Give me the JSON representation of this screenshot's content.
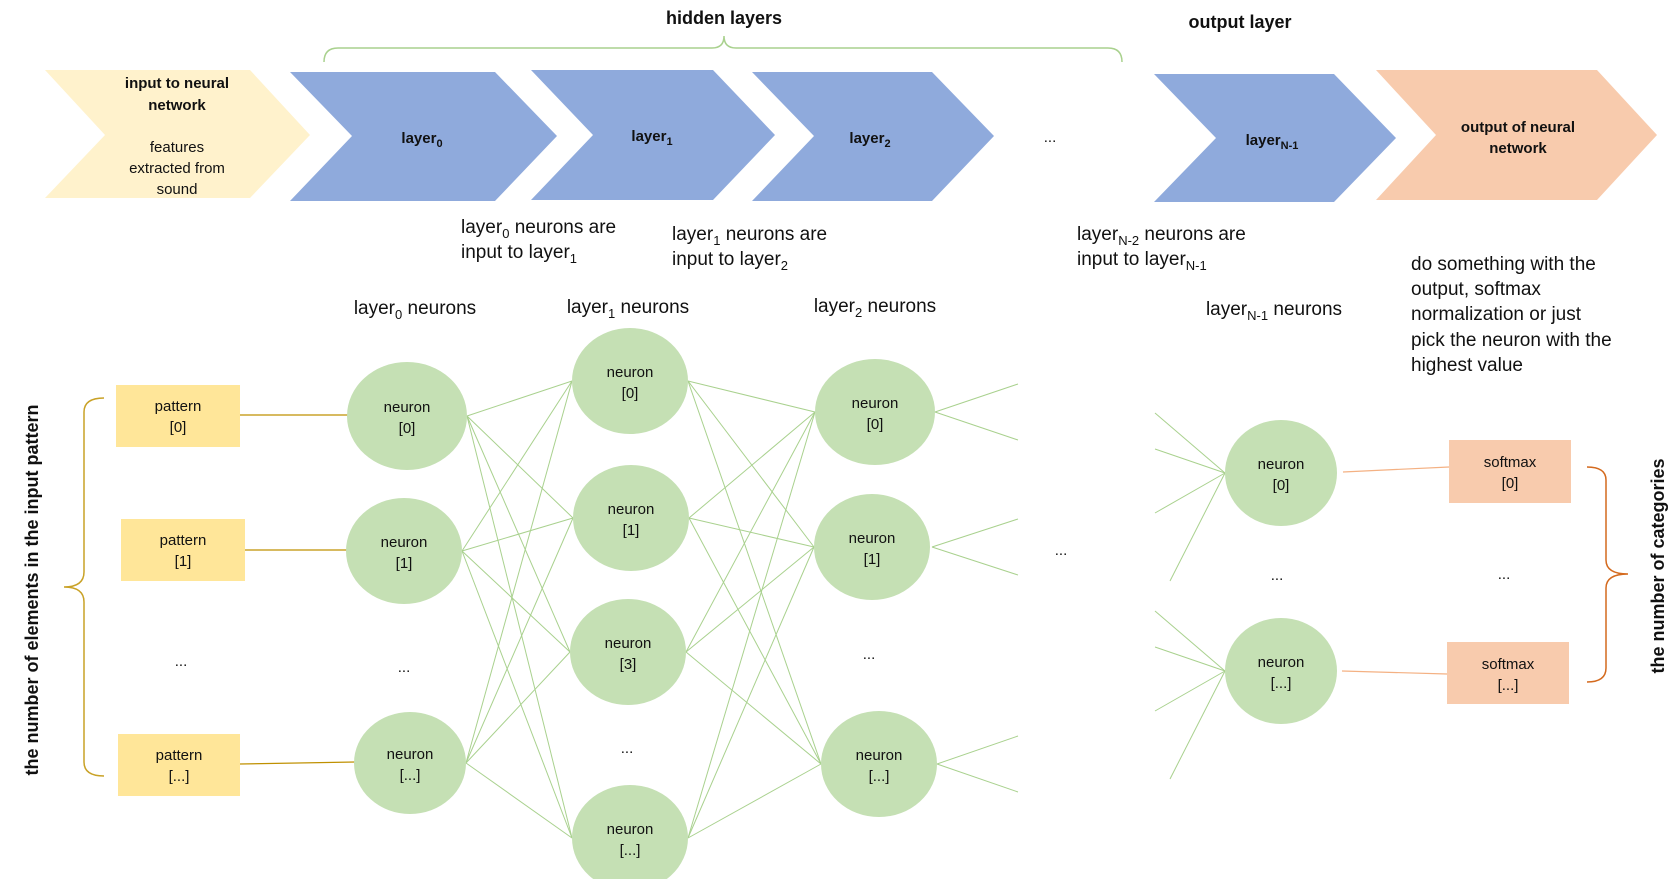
{
  "header": {
    "hidden_layers": "hidden layers",
    "output_layer": "output layer"
  },
  "colors": {
    "input_chevron": "#fff2cc",
    "hidden_chevron": "#8faadc",
    "output_chevron": "#f8cbad",
    "neuron": "#c5e0b4",
    "pattern_box": "#ffe699",
    "softmax_box": "#f8cbad",
    "connector": "#a9d18e",
    "pattern_link": "#bf9000",
    "softmax_link": "#f4b183",
    "brace_left": "#c9a227",
    "brace_right": "#d46a1e"
  },
  "chevrons": {
    "input": {
      "line1": "input to neural",
      "line2": "network",
      "line3": "features",
      "line4": "extracted from",
      "line5": "sound"
    },
    "layer0": {
      "base": "layer",
      "sub": "0"
    },
    "layer1": {
      "base": "layer",
      "sub": "1"
    },
    "layer2": {
      "base": "layer",
      "sub": "2"
    },
    "ellipsis": "...",
    "layerN1": {
      "base": "layer",
      "sub": "N-1"
    },
    "output": {
      "line1": "output of neural",
      "line2": "network"
    }
  },
  "annotations": {
    "a0": {
      "l1_base": "layer",
      "l1_sub": "0",
      "l1_rest": " neurons are",
      "l2_base": "input to layer",
      "l2_sub": "1"
    },
    "a1": {
      "l1_base": "layer",
      "l1_sub": "1",
      "l1_rest": " neurons are",
      "l2_base": "input to layer",
      "l2_sub": "2"
    },
    "aN": {
      "l1_base": "layer",
      "l1_sub": "N-2",
      "l1_rest": " neurons are",
      "l2_base": "input to layer",
      "l2_sub": "N-1"
    },
    "output_note": [
      "do something with the",
      "output, softmax",
      "normalization or just",
      "pick the neuron with the",
      "highest value"
    ]
  },
  "column_labels": {
    "c0": {
      "base": "layer",
      "sub": "0",
      "rest": " neurons"
    },
    "c1": {
      "base": "layer",
      "sub": "1",
      "rest": " neurons"
    },
    "c2": {
      "base": "layer",
      "sub": "2",
      "rest": " neurons"
    },
    "cN": {
      "base": "layer",
      "sub": "N-1",
      "rest": " neurons"
    }
  },
  "patterns": {
    "p0": {
      "line1": "pattern",
      "line2": "[0]"
    },
    "p1": {
      "line1": "pattern",
      "line2": "[1]"
    },
    "ellipsis": "...",
    "pn": {
      "line1": "pattern",
      "line2": "[...]"
    }
  },
  "neurons": {
    "l0": [
      {
        "line1": "neuron",
        "line2": "[0]"
      },
      {
        "line1": "neuron",
        "line2": "[1]"
      },
      {
        "line1": "neuron",
        "line2": "[...]"
      }
    ],
    "l0_ellipsis": "...",
    "l1": [
      {
        "line1": "neuron",
        "line2": "[0]"
      },
      {
        "line1": "neuron",
        "line2": "[1]"
      },
      {
        "line1": "neuron",
        "line2": "[3]"
      },
      {
        "line1": "neuron",
        "line2": "[...]"
      }
    ],
    "l1_ellipsis": "...",
    "l2": [
      {
        "line1": "neuron",
        "line2": "[0]"
      },
      {
        "line1": "neuron",
        "line2": "[1]"
      },
      {
        "line1": "neuron",
        "line2": "[...]"
      }
    ],
    "l2_ellipsis": "...",
    "mid_ellipsis": "...",
    "ln": [
      {
        "line1": "neuron",
        "line2": "[0]"
      },
      {
        "line1": "neuron",
        "line2": "[...]"
      }
    ],
    "ln_ellipsis": "..."
  },
  "softmax": {
    "s0": {
      "line1": "softmax",
      "line2": "[0]"
    },
    "ellipsis": "...",
    "sn": {
      "line1": "softmax",
      "line2": "[...]"
    }
  },
  "side_labels": {
    "left": "the number of elements in the input pattern",
    "right": "the number of categories"
  }
}
